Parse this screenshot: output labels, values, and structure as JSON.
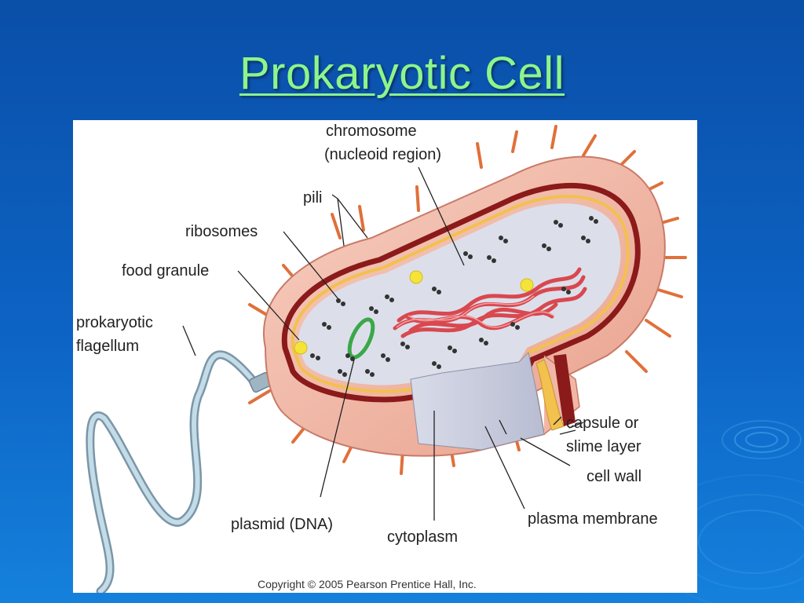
{
  "slide": {
    "title": "Prokaryotic Cell"
  },
  "diagram": {
    "labels": {
      "chromosome_line1": "chromosome",
      "chromosome_line2": "(nucleoid region)",
      "pili": "pili",
      "ribosomes": "ribosomes",
      "food_granule": "food granule",
      "flagellum_line1": "prokaryotic",
      "flagellum_line2": "flagellum",
      "capsule_line1": "capsule or",
      "capsule_line2": "slime layer",
      "cell_wall": "cell wall",
      "plasma_membrane": "plasma membrane",
      "plasmid": "plasmid (DNA)",
      "cytoplasm": "cytoplasm"
    },
    "copyright": "Copyright © 2005 Pearson Prentice Hall, Inc."
  },
  "colors": {
    "background": "#0d63c4",
    "title": "#8cf58c",
    "capsule": "#f2b6a6",
    "cell_wall": "#8b1a1a",
    "membrane": "#f2c14e",
    "cytoplasm": "#d9dce8",
    "chromosome": "#d9484f",
    "plasmid": "#3aa84a",
    "food_granule": "#f5e33a",
    "pili": "#e0703a",
    "flagellum": "#a9c6d8"
  }
}
